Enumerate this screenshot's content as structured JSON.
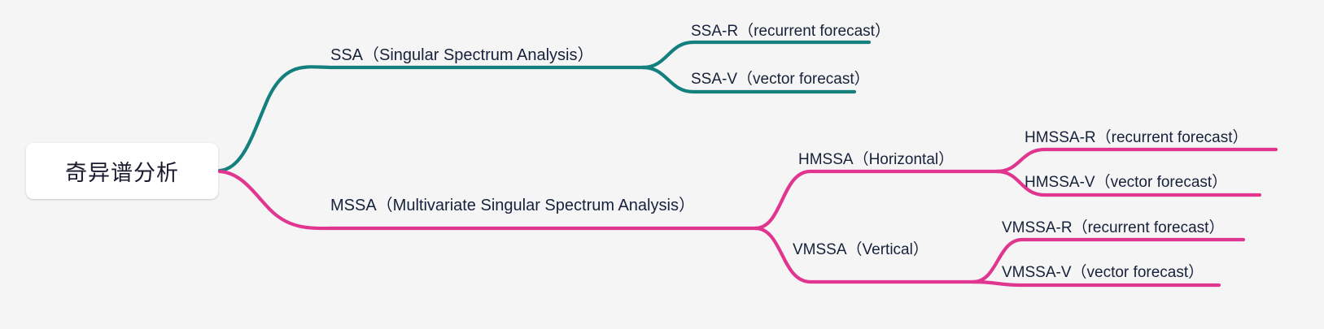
{
  "diagram": {
    "type": "mindmap",
    "title": "奇异谱分析",
    "background_color": "#f5f5f5",
    "root": {
      "label": "奇异谱分析",
      "node_color": "#ffffff",
      "text_color": "#1a1a2e"
    },
    "branches": [
      {
        "id": "ssa",
        "label": "SSA（Singular Spectrum Analysis）",
        "color": "#14807e",
        "children": [
          {
            "id": "ssa-r",
            "label": "SSA-R（recurrent forecast）"
          },
          {
            "id": "ssa-v",
            "label": "SSA-V（vector forecast）"
          }
        ]
      },
      {
        "id": "mssa",
        "label": "MSSA（Multivariate Singular Spectrum Analysis）",
        "color": "#e0368f",
        "children": [
          {
            "id": "hmssa",
            "label": "HMSSA（Horizontal）",
            "children": [
              {
                "id": "hmssa-r",
                "label": "HMSSA-R（recurrent forecast）"
              },
              {
                "id": "hmssa-v",
                "label": "HMSSA-V（vector forecast）"
              }
            ]
          },
          {
            "id": "vmssa",
            "label": "VMSSA（Vertical）",
            "children": [
              {
                "id": "vmssa-r",
                "label": "VMSSA-R（recurrent forecast）"
              },
              {
                "id": "vmssa-v",
                "label": "VMSSA-V（vector forecast）"
              }
            ]
          }
        ]
      }
    ]
  }
}
